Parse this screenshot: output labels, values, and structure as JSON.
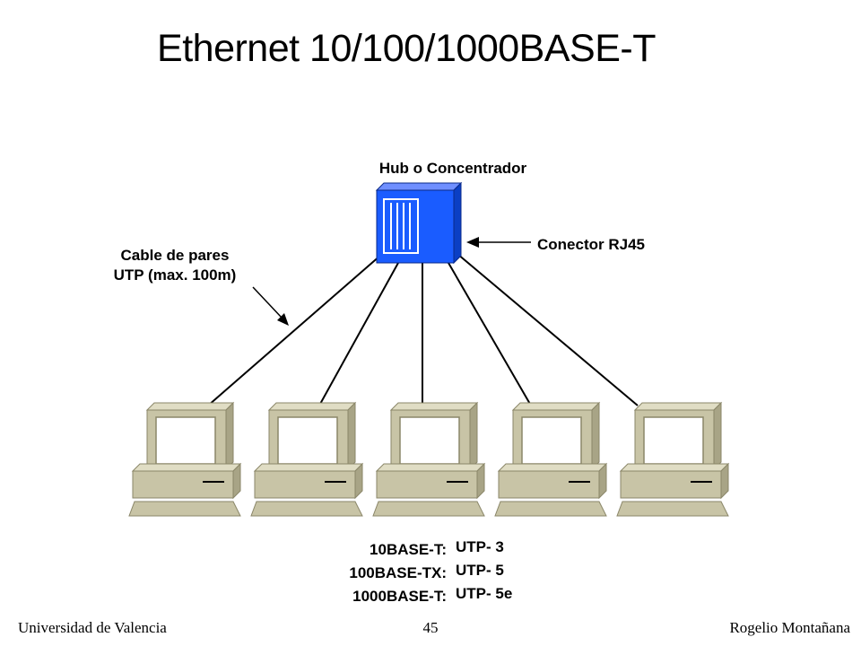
{
  "title": "Ethernet 10/100/1000BASE-T",
  "hub_label": "Hub o Concentrador",
  "connector_label": "Conector RJ45",
  "cable_label": [
    "Cable de pares",
    "UTP (max. 100m)"
  ],
  "standards": [
    {
      "name": "10BASE-T:",
      "cable": "UTP- 3"
    },
    {
      "name": "100BASE-TX:",
      "cable": "UTP- 5"
    },
    {
      "name": "1000BASE-T:",
      "cable": "UTP- 5e"
    }
  ],
  "footer": {
    "left": "Universidad de Valencia",
    "page": "45",
    "right": "Rogelio Montañana"
  },
  "colors": {
    "hub_blue": "#1a5cff",
    "computer_fill": "#c8c4a6",
    "computer_outline": "#8a8668"
  }
}
